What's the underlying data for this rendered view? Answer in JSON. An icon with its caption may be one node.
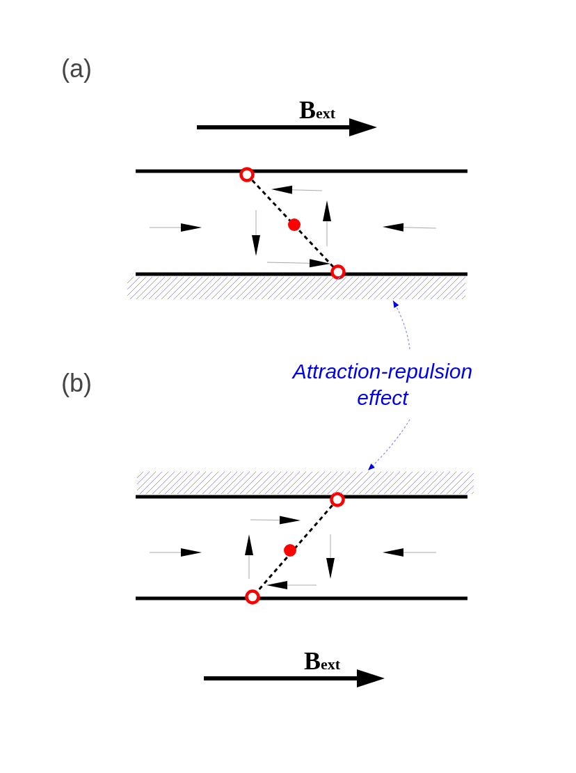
{
  "diagram": {
    "nodes": [
      {
        "text": [],
        "shape": "box"
      },
      {
        "text": [
          "Attraction-repulsion effect"
        ]
      },
      {
        "text": [],
        "shape": "box"
      }
    ],
    "edges": [
      {
        "from": 1,
        "to": 0,
        "arrow": "to",
        "style": "dashed"
      },
      {
        "from": 1,
        "to": 2,
        "arrow": "to",
        "style": "dashed"
      }
    ],
    "labels": [
      "(a)",
      "B$_{ext}$",
      "(b)",
      "B$_{ext}$"
    ]
  }
}
